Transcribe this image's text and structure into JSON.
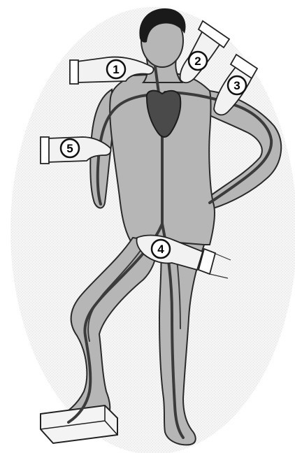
{
  "diagram": {
    "markers": [
      {
        "label": "1",
        "site": "neck"
      },
      {
        "label": "2",
        "site": "collarbone"
      },
      {
        "label": "3",
        "site": "shoulder"
      },
      {
        "label": "4",
        "site": "groin"
      },
      {
        "label": "5",
        "site": "upper-arm"
      }
    ],
    "colors": {
      "body": "#b6b6b6",
      "body_outline": "#2a2a2a",
      "vessel": "#3b3b3b",
      "heart": "#4a4a4a",
      "hair": "#1a1a1a",
      "hand": "#f2f2f2",
      "marker_fill": "#ffffff",
      "marker_stroke": "#111111"
    }
  }
}
